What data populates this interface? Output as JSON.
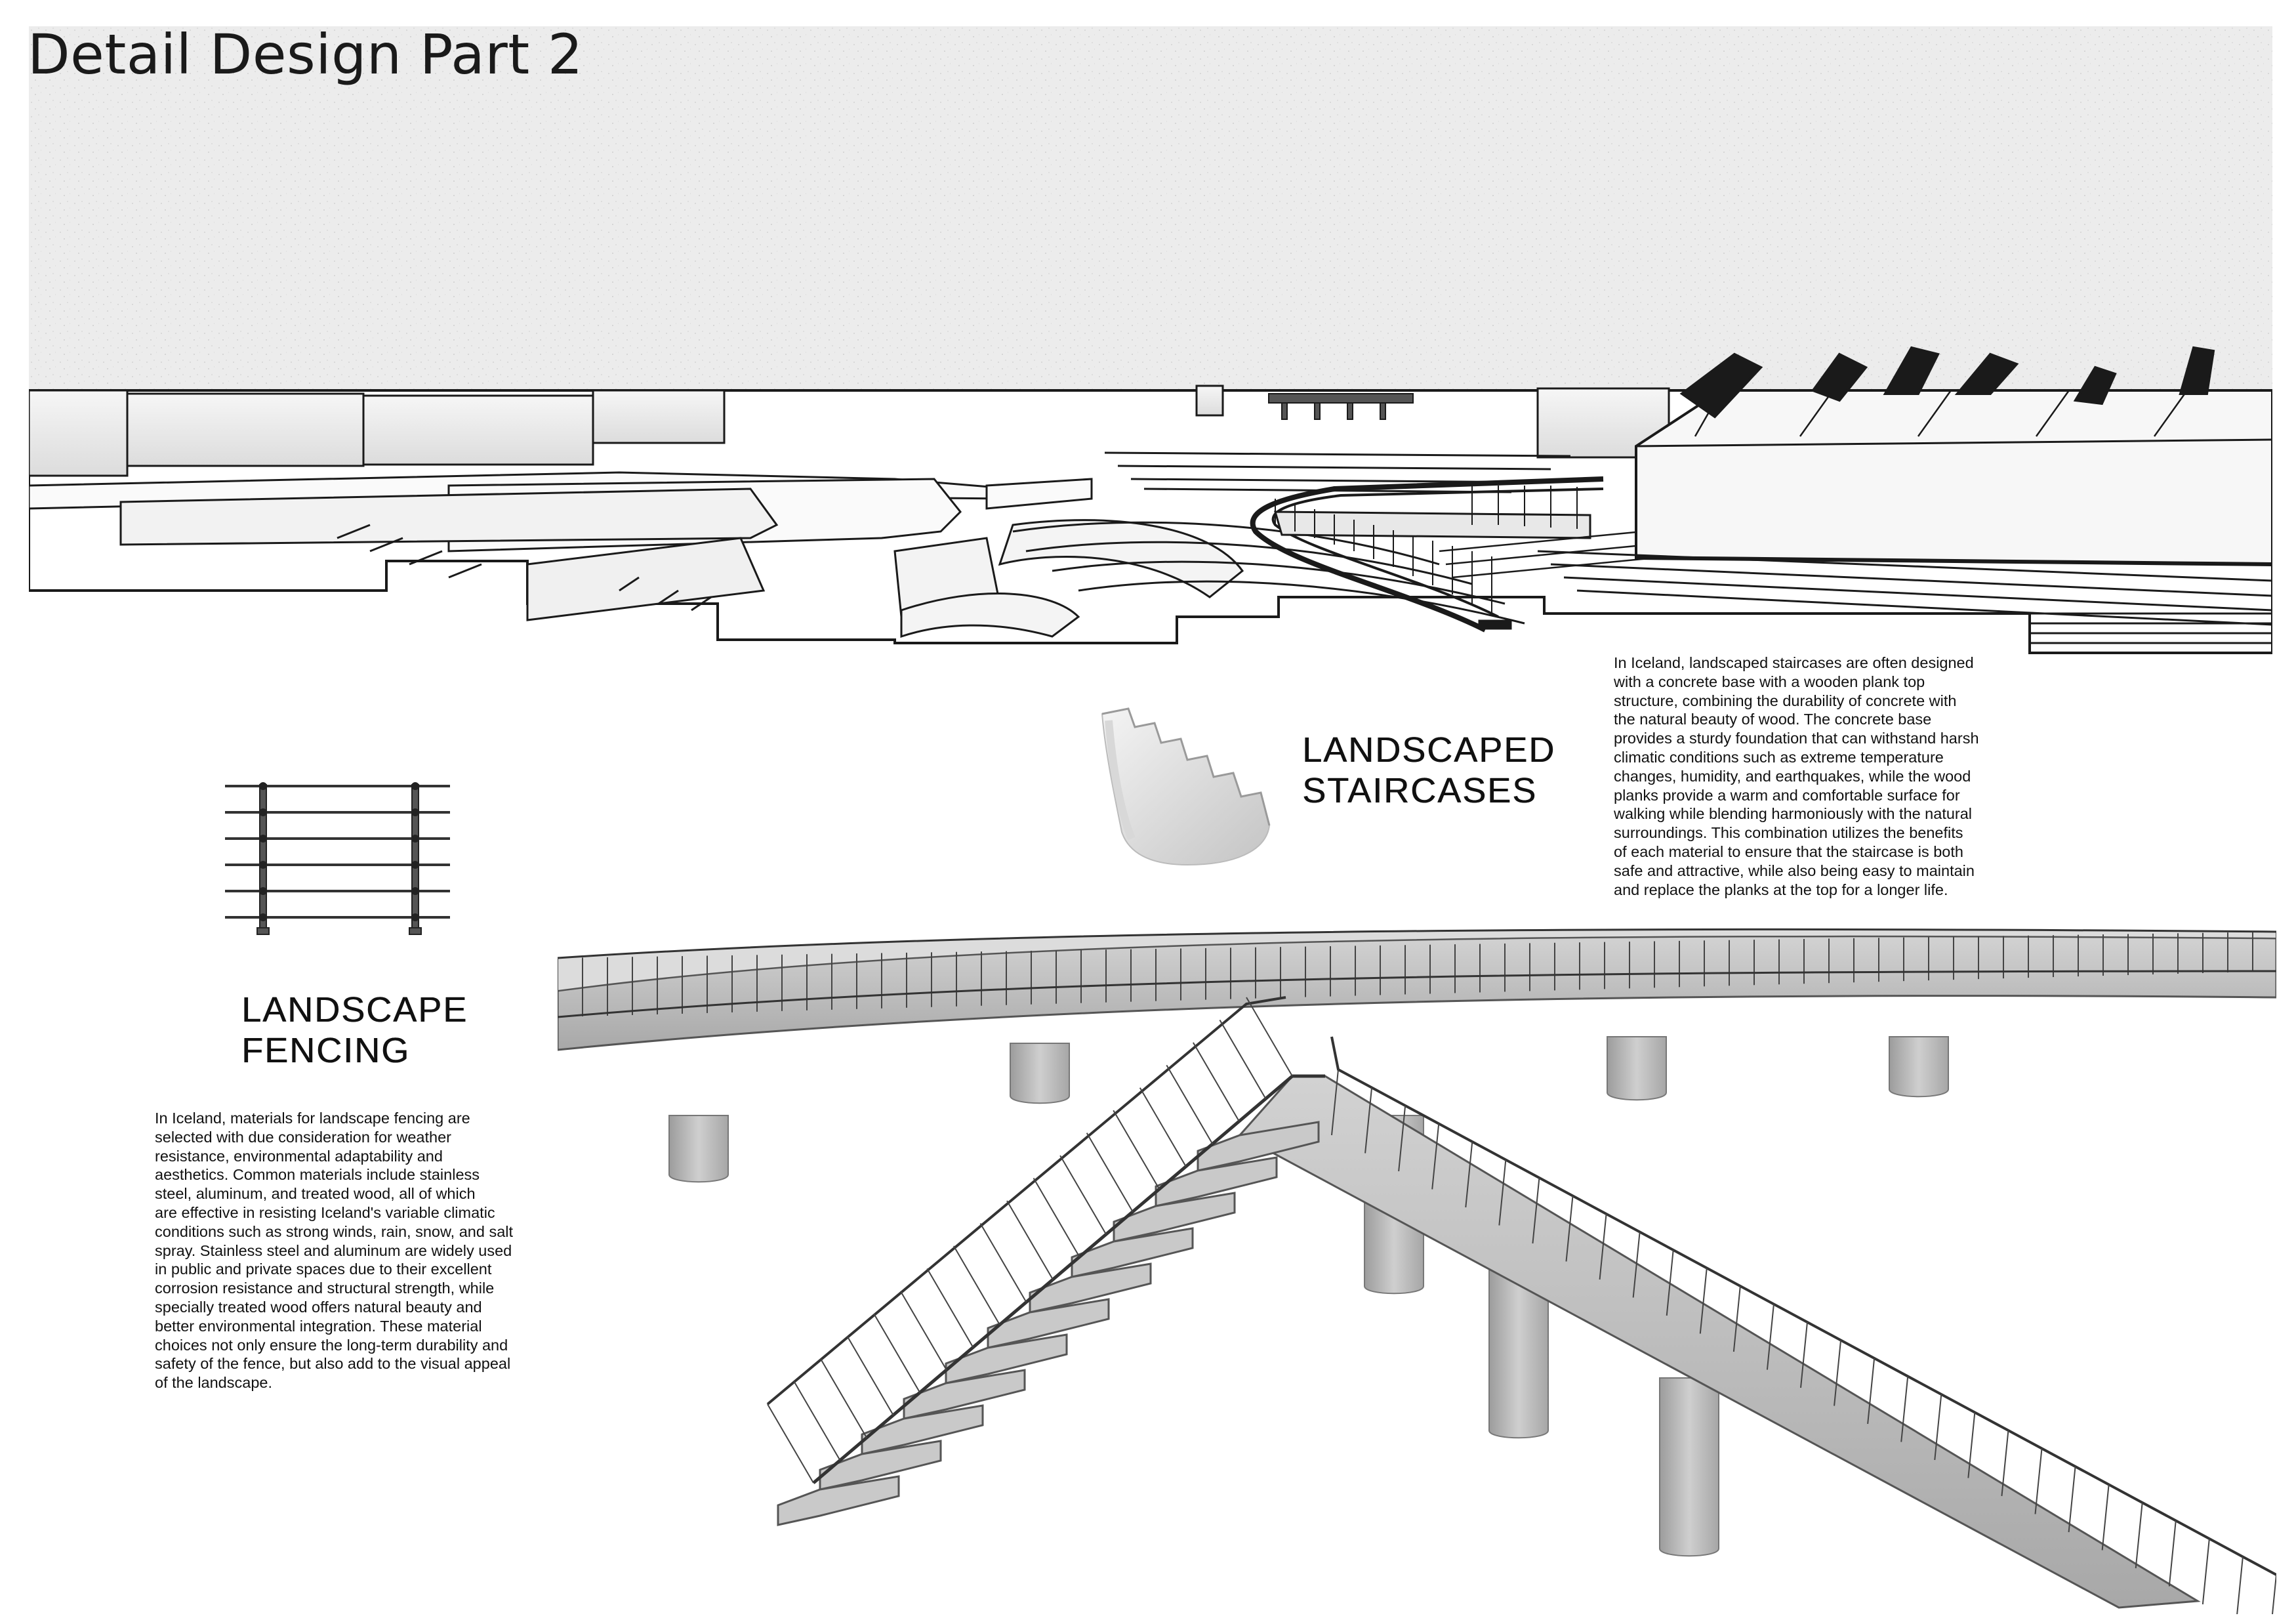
{
  "page": {
    "title": "Detail Design Part 2"
  },
  "staircases": {
    "heading_line1": "LANDSCAPED",
    "heading_line2": "STAIRCASES",
    "description": [
      "In Iceland, landscaped staircases are often designed",
      "with a concrete base with a wooden plank top",
      "structure, combining the durability of concrete with",
      "the natural beauty of wood. The concrete base",
      "provides a sturdy foundation that can withstand harsh",
      "climatic conditions such as extreme temperature",
      "changes, humidity, and earthquakes, while the wood",
      "planks provide a warm and comfortable surface for",
      "walking while blending harmoniously with the natural",
      "surroundings. This combination utilizes the benefits",
      "of each material to ensure that the staircase is both",
      "safe and attractive, while also being easy to maintain",
      "and replace the planks at the top for a longer life."
    ]
  },
  "fencing": {
    "heading_line1": "LANDSCAPE",
    "heading_line2": "FENCING",
    "description": [
      "In Iceland, materials for landscape fencing are",
      "selected with due consideration for weather",
      "resistance, environmental adaptability and",
      "aesthetics. Common materials include stainless",
      "steel, aluminum, and treated wood, all of which",
      "are effective in resisting Iceland's variable climatic",
      "conditions such as strong winds, rain, snow, and salt",
      "spray. Stainless steel and aluminum are widely used",
      "in public and private spaces due to their excellent",
      "corrosion resistance and structural strength, while",
      "specially treated wood offers natural beauty and",
      "better environmental integration. These material",
      "choices not only ensure the long-term durability and",
      "safety of the fence, but also add to the visual appeal",
      "of the landscape."
    ]
  },
  "colors": {
    "sky": "#eeeeee",
    "line": "#1a1a1a",
    "concrete": "#b8b8b8",
    "text": "#111111"
  }
}
